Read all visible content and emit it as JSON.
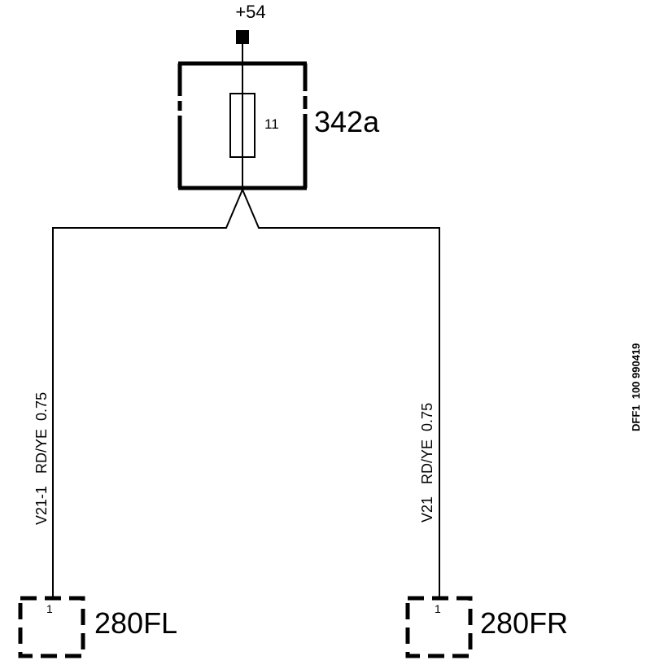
{
  "supply": {
    "label": "+54"
  },
  "fuse_box": {
    "id": "342a",
    "fuse_number": "11"
  },
  "wires": [
    {
      "label": "V21-1   RD/YE  0.75"
    },
    {
      "label": "V21   RD/YE  0.75"
    }
  ],
  "connectors": [
    {
      "id": "280FL",
      "pin": "1"
    },
    {
      "id": "280FR",
      "pin": "1"
    }
  ],
  "reference": {
    "label": "DFF1  100 990419"
  },
  "colors": {
    "line": "#000000",
    "background": "#ffffff"
  }
}
